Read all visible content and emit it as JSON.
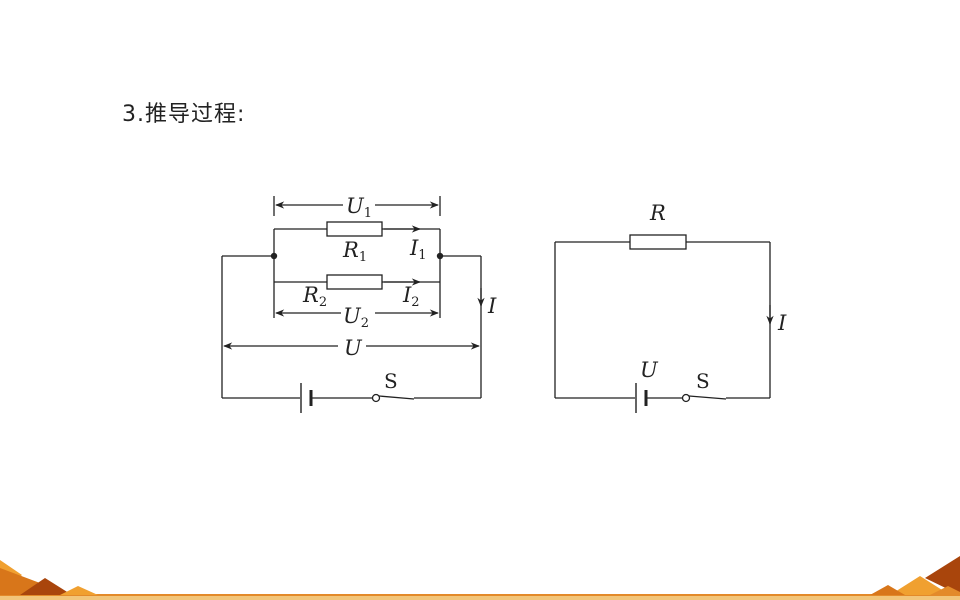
{
  "slide": {
    "title": "3.推导过程:"
  },
  "parallel_circuit": {
    "u1": {
      "sym": "U",
      "sub": "1"
    },
    "u2": {
      "sym": "U",
      "sub": "2"
    },
    "u": {
      "sym": "U"
    },
    "r1": {
      "sym": "R",
      "sub": "1"
    },
    "r2": {
      "sym": "R",
      "sub": "2"
    },
    "i1": {
      "sym": "I",
      "sub": "1"
    },
    "i2": {
      "sym": "I",
      "sub": "2"
    },
    "i": {
      "sym": "I"
    },
    "switch": "S"
  },
  "single_circuit": {
    "r": {
      "sym": "R"
    },
    "i": {
      "sym": "I"
    },
    "u": {
      "sym": "U"
    },
    "switch": "S"
  },
  "colors": {
    "corner_dark": "#a9450c",
    "corner_light": "#f0a030",
    "footer_line": "#e38a2a",
    "ink": "#222222"
  }
}
